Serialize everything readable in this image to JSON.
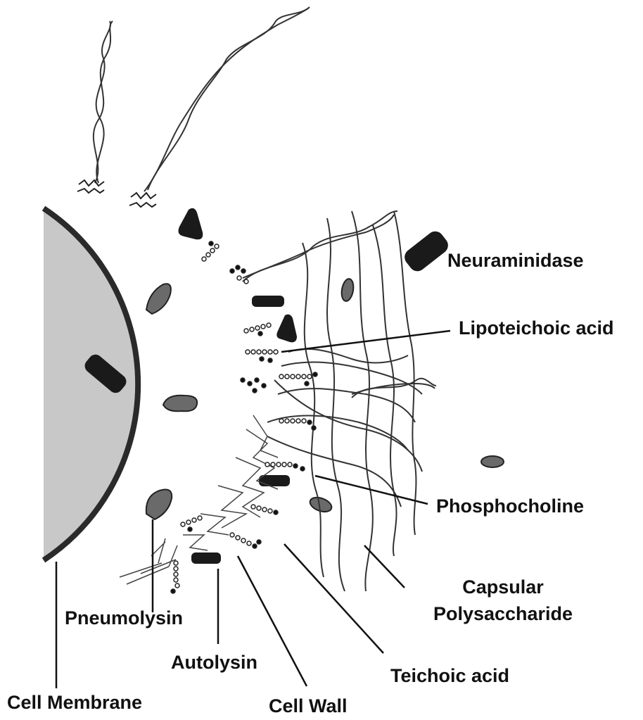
{
  "labels": {
    "neuraminidase": "Neuraminidase",
    "lipoteichoic_acid": "Lipoteichoic acid",
    "phosphocholine": "Phosphocholine",
    "capsular_line1": "Capsular",
    "capsular_line2": "Polysaccharide",
    "pneumolysin": "Pneumolysin",
    "autolysin": "Autolysin",
    "teichoic_acid": "Teichoic acid",
    "cell_membrane": "Cell Membrane",
    "cell_wall": "Cell Wall"
  },
  "colors": {
    "cell_fill": "#c8c8c8",
    "outline": "#2a2a2a",
    "enzyme_dark": "#1a1a1a",
    "enzyme_grey": "#6a6a6a",
    "text": "#111111"
  }
}
